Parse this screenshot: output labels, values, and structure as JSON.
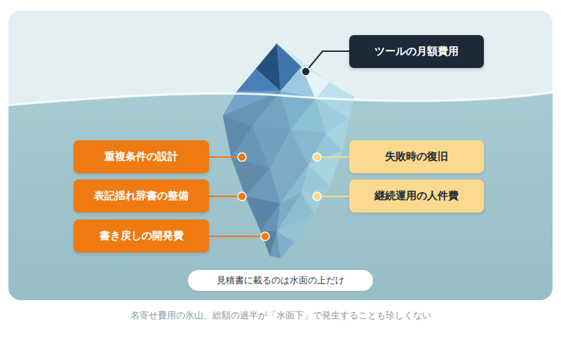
{
  "diagram": {
    "caption": "名寄せ費用の氷山。総額の過半が「水面下」で発生することも珍しくない",
    "nodes": [
      {
        "text": [
          "ツールの月額費用"
        ]
      },
      {
        "text": [
          "重複条件の設計"
        ]
      },
      {
        "text": [
          "失敗時の復旧"
        ]
      },
      {
        "text": [
          "表記揺れ辞書の整備"
        ]
      },
      {
        "text": [
          "継続運用の人件費"
        ]
      },
      {
        "text": [
          "書き戻しの開発費"
        ]
      },
      {
        "text": [
          "見積書に載るのは水面の上だけ"
        ]
      }
    ]
  }
}
